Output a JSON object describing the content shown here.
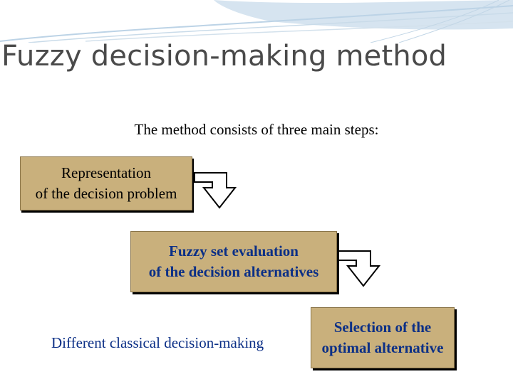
{
  "slide": {
    "title": "Fuzzy decision-making method",
    "subtitle": "The method consists of three main steps:"
  },
  "steps": [
    {
      "line1": "Representation",
      "line2": "of the decision problem"
    },
    {
      "line1": "Fuzzy set evaluation",
      "line2": "of the decision alternatives"
    },
    {
      "line1": "Selection of the",
      "line2": "optimal alternative"
    }
  ],
  "note": "Different classical decision-making",
  "colors": {
    "box_fill": "#c9b07c",
    "box_text_blue": "#0b2f86",
    "title_gray": "#4a4a4a",
    "decor_blue": "#bcd3e6"
  },
  "icons": [
    "swoosh-decoration",
    "bent-arrow-icon"
  ]
}
